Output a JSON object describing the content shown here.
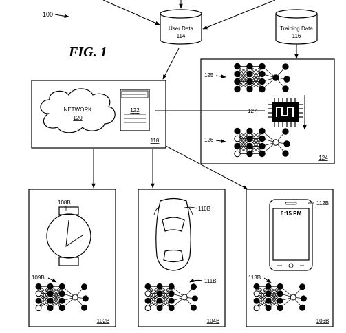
{
  "figure": {
    "title": "FIG. 1",
    "ref_main": "100"
  },
  "user_data": {
    "label": "User Data",
    "ref": "114"
  },
  "training_data": {
    "label": "Training Data",
    "ref": "116"
  },
  "server": {
    "network_label": "NETWORK",
    "network_ref": "120",
    "server_ref": "122",
    "box_ref": "118"
  },
  "ml_system": {
    "ref_box": "124",
    "ref_top_net": "125",
    "ref_chip": "127",
    "ref_bottom_net": "126"
  },
  "devices": [
    {
      "box_ref": "102B",
      "device_ref": "108B",
      "net_ref": "109B",
      "kind": "watch"
    },
    {
      "box_ref": "104B",
      "device_ref": "110B",
      "net_ref": "111B",
      "kind": "car"
    },
    {
      "box_ref": "106B",
      "device_ref": "112B",
      "net_ref": "113B",
      "kind": "phone",
      "time": "6:15 PM"
    }
  ]
}
